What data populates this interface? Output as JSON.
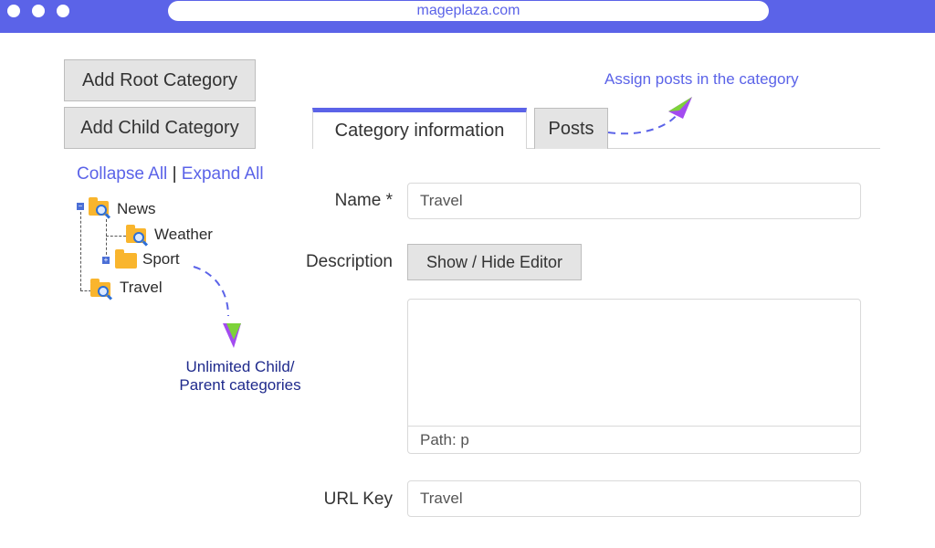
{
  "browser": {
    "url": "mageplaza.com"
  },
  "actions": {
    "add_root": "Add Root Category",
    "add_child": "Add Child Category"
  },
  "tree": {
    "collapse_all": "Collapse All",
    "separator": "|",
    "expand_all": "Expand All",
    "nodes": {
      "news": "News",
      "weather": "Weather",
      "sport": "Sport",
      "travel": "Travel"
    }
  },
  "tabs": {
    "info": "Category information",
    "posts": "Posts"
  },
  "form": {
    "name_label": "Name *",
    "name_value": "Travel",
    "description_label": "Description",
    "editor_button": "Show / Hide Editor",
    "path_text": "Path: p",
    "url_key_label": "URL Key",
    "url_key_value": "Travel"
  },
  "annotations": {
    "assign_posts": "Assign posts in the category",
    "unlimited_line1": "Unlimited Child/",
    "unlimited_line2": "Parent categories"
  },
  "colors": {
    "accent": "#5b63e8",
    "navy_text": "#1f2a8c",
    "folder": "#f9b52d"
  }
}
